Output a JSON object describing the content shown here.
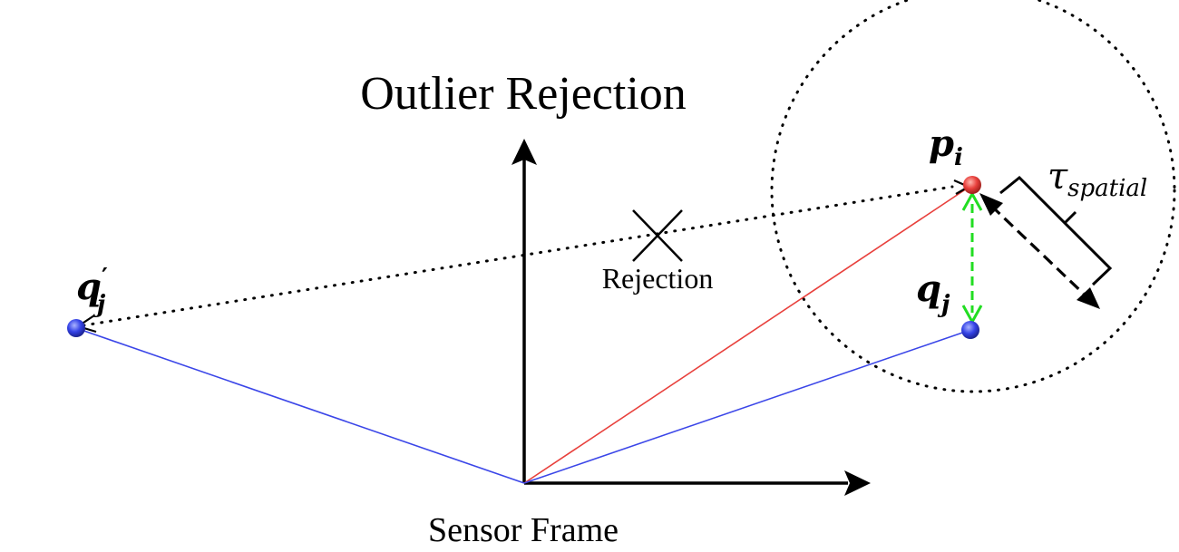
{
  "title": "Outlier Rejection",
  "axis_origin_label": "Sensor Frame",
  "rejection_label": "Rejection",
  "points": {
    "p_i": {
      "label": "p",
      "subscript": "i",
      "color": "#e8403c"
    },
    "q_j": {
      "label": "q",
      "subscript": "j",
      "color": "#2f3fe0"
    },
    "q_j_prime": {
      "label": "q",
      "subscript": "j",
      "prime": "′",
      "color": "#2f3fe0"
    }
  },
  "threshold_label": {
    "symbol": "τ",
    "subscript": "spatial"
  },
  "colors": {
    "ray_to_p": "#e8403c",
    "ray_to_q": "#3b46e8",
    "correspondence": "#22dd22",
    "axes": "#000000"
  }
}
